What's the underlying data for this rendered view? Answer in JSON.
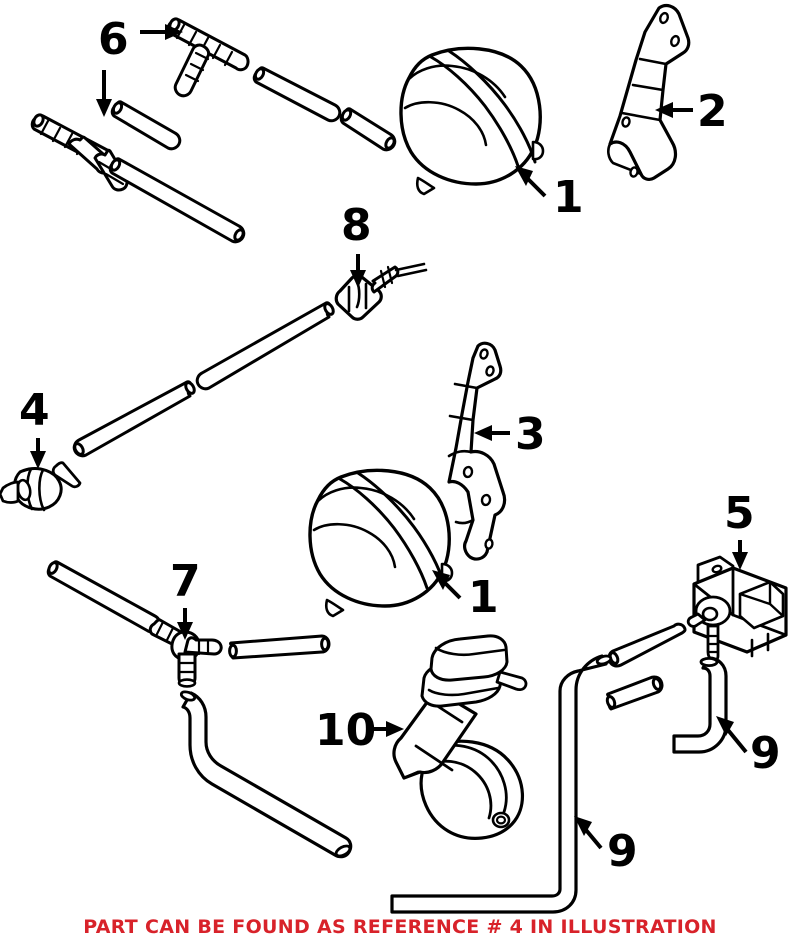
{
  "diagram": {
    "type": "exploded-parts-diagram",
    "subject": "Secondary air injection / vacuum hose assembly",
    "background_color": "#ffffff",
    "line_color": "#000000",
    "callout_color": "#000000",
    "footer_color": "#d8222a",
    "callouts": [
      {
        "id": "c6",
        "label": "6",
        "part": "vacuum-line-t-connector-set",
        "arrows": 2
      },
      {
        "id": "c1a",
        "label": "1",
        "part": "air-pump-upper",
        "arrows": 1
      },
      {
        "id": "c2",
        "label": "2",
        "part": "mounting-bracket-upper",
        "arrows": 1
      },
      {
        "id": "c8",
        "label": "8",
        "part": "inline-valve-connector",
        "arrows": 1
      },
      {
        "id": "c4",
        "label": "4",
        "part": "check-valve",
        "arrows": 1
      },
      {
        "id": "c3",
        "label": "3",
        "part": "mounting-bracket-lower",
        "arrows": 1
      },
      {
        "id": "c1b",
        "label": "1",
        "part": "air-pump-lower",
        "arrows": 1
      },
      {
        "id": "c5",
        "label": "5",
        "part": "solenoid-valve",
        "arrows": 1
      },
      {
        "id": "c7",
        "label": "7",
        "part": "y-connector",
        "arrows": 1
      },
      {
        "id": "c10",
        "label": "10",
        "part": "vacuum-actuator",
        "arrows": 1
      },
      {
        "id": "c9a",
        "label": "9",
        "part": "vacuum-hose-long",
        "arrows": 1
      },
      {
        "id": "c9b",
        "label": "9",
        "part": "vacuum-hose-elbow",
        "arrows": 1
      }
    ]
  },
  "footer": {
    "note": "PART CAN BE FOUND AS REFERENCE # 4 IN ILLUSTRATION"
  }
}
